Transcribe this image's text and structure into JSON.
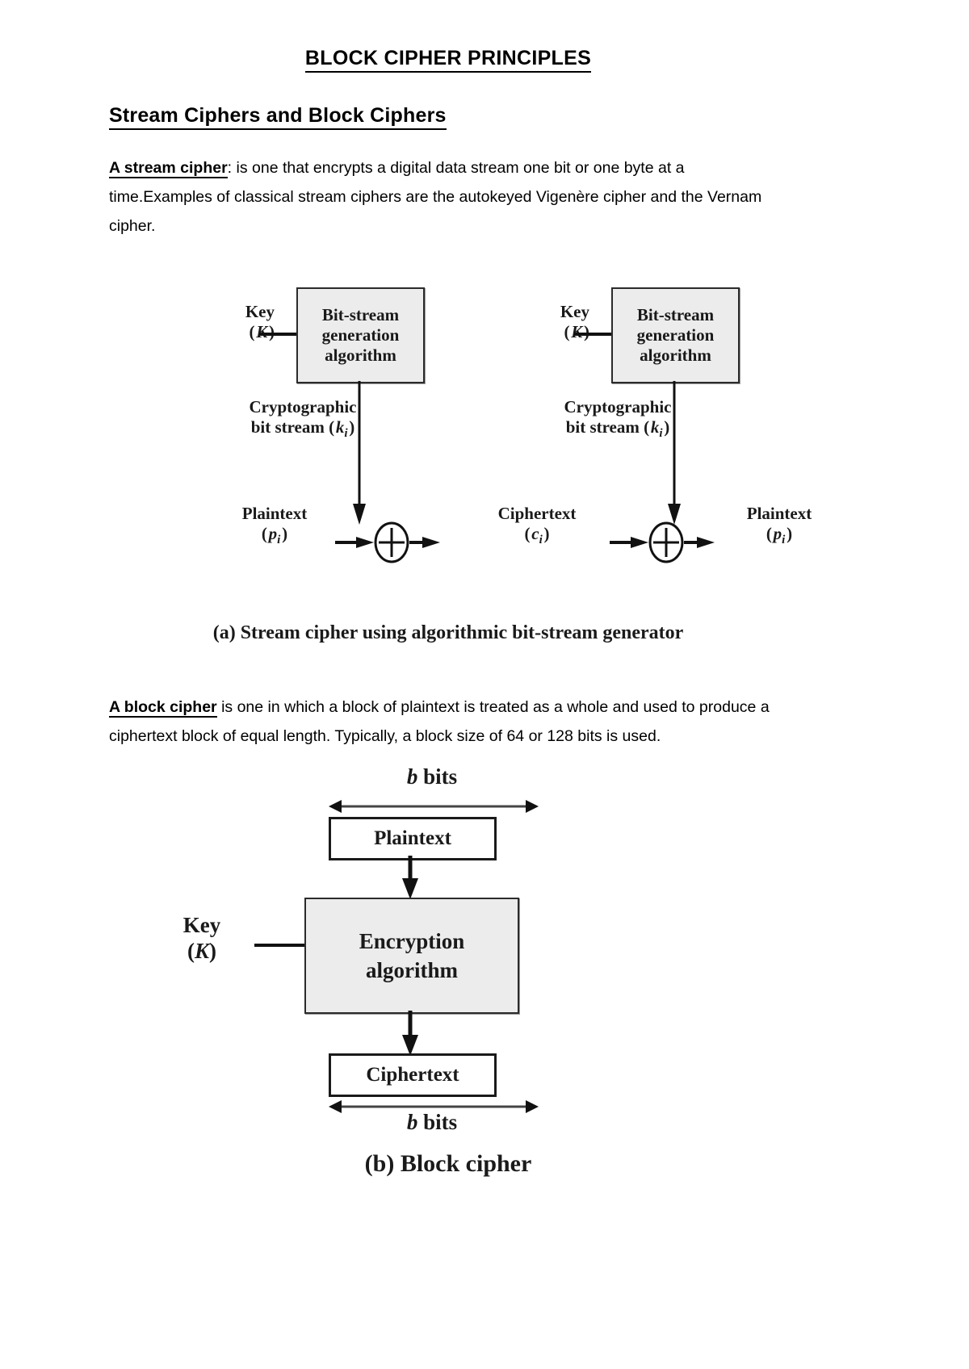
{
  "document": {
    "title": "BLOCK CIPHER PRINCIPLES",
    "section_heading": "Stream Ciphers and Block Ciphers",
    "paragraphs": [
      {
        "lead": "A stream cipher",
        "body": ": is one that encrypts a digital data stream one bit or one byte at a time.Examples of classical stream ciphers are the autokeyed Vigenère cipher and the Vernam cipher."
      },
      {
        "lead": "A block cipher",
        "body": " is one in which a block of plaintext is treated as a whole and used to produce a ciphertext block of equal length. Typically, a block size of 64 or 128 bits is used."
      }
    ]
  },
  "figure_a": {
    "caption": "(a) Stream cipher using algorithmic bit-stream generator",
    "encrypt_side": {
      "key_label": "Key",
      "key_symbol": "( K )",
      "generator_box": "Bit-stream generation algorithm",
      "generator_line1": "Bit-stream",
      "generator_line2": "generation",
      "generator_line3": "algorithm",
      "stream_label_line1": "Cryptographic",
      "stream_label_line2": "bit stream (",
      "stream_symbol": "k",
      "stream_subscript": "i",
      "stream_label_end": ")",
      "input_label": "Plaintext",
      "input_symbol": "( p",
      "input_subscript": "i",
      "input_symbol_end": ")",
      "operator": "XOR"
    },
    "decrypt_side": {
      "key_label": "Key",
      "key_symbol": "( K )",
      "generator_line1": "Bit-stream",
      "generator_line2": "generation",
      "generator_line3": "algorithm",
      "stream_label_line1": "Cryptographic",
      "stream_label_line2": "bit stream (",
      "stream_symbol": "k",
      "stream_subscript": "i",
      "stream_label_end": ")",
      "input_label": "Ciphertext",
      "input_symbol": "( c",
      "input_subscript": "i",
      "input_symbol_end": ")",
      "output_label": "Plaintext",
      "output_symbol": "( p",
      "output_subscript": "i",
      "output_symbol_end": ")",
      "operator": "XOR"
    }
  },
  "figure_b": {
    "caption": "(b) Block cipher",
    "top_size_label_symbol": "b",
    "top_size_label_unit": "bits",
    "plaintext_box": "Plaintext",
    "key_label": "Key",
    "key_symbol": "(K)",
    "encryption_box_line1": "Encryption",
    "encryption_box_line2": "algorithm",
    "ciphertext_box": "Ciphertext",
    "bottom_size_label_symbol": "b",
    "bottom_size_label_unit": "bits"
  }
}
